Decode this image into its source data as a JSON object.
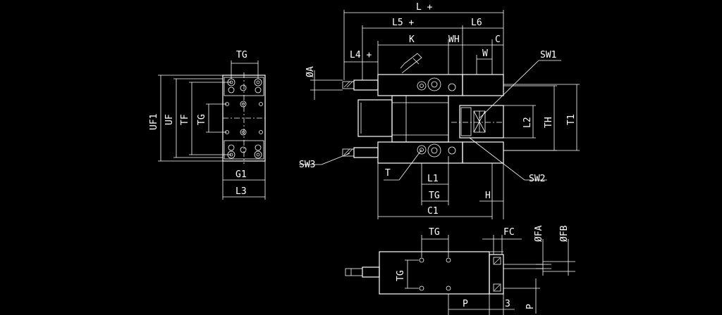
{
  "colors": {
    "background": "#000000",
    "line": "#ffffff"
  },
  "labels": {
    "L_plus": "L +",
    "L5_plus": "L5 +",
    "L6": "L6",
    "K": "K",
    "WH": "WH",
    "C": "C",
    "W": "W",
    "L4_plus": "L4 +",
    "phiA": "ØA",
    "SW1": "SW1",
    "SW2": "SW2",
    "SW3": "SW3",
    "L2": "L2",
    "TH": "TH",
    "T1": "T1",
    "T": "T",
    "L1": "L1",
    "TG": "TG",
    "H": "H",
    "C1": "C1",
    "UF1": "UF1",
    "UF": "UF",
    "TF": "TF",
    "G1": "G1",
    "L3": "L3",
    "FC": "FC",
    "phiFA": "ØFA",
    "phiFB": "ØFB",
    "P": "P",
    "three": "3"
  }
}
